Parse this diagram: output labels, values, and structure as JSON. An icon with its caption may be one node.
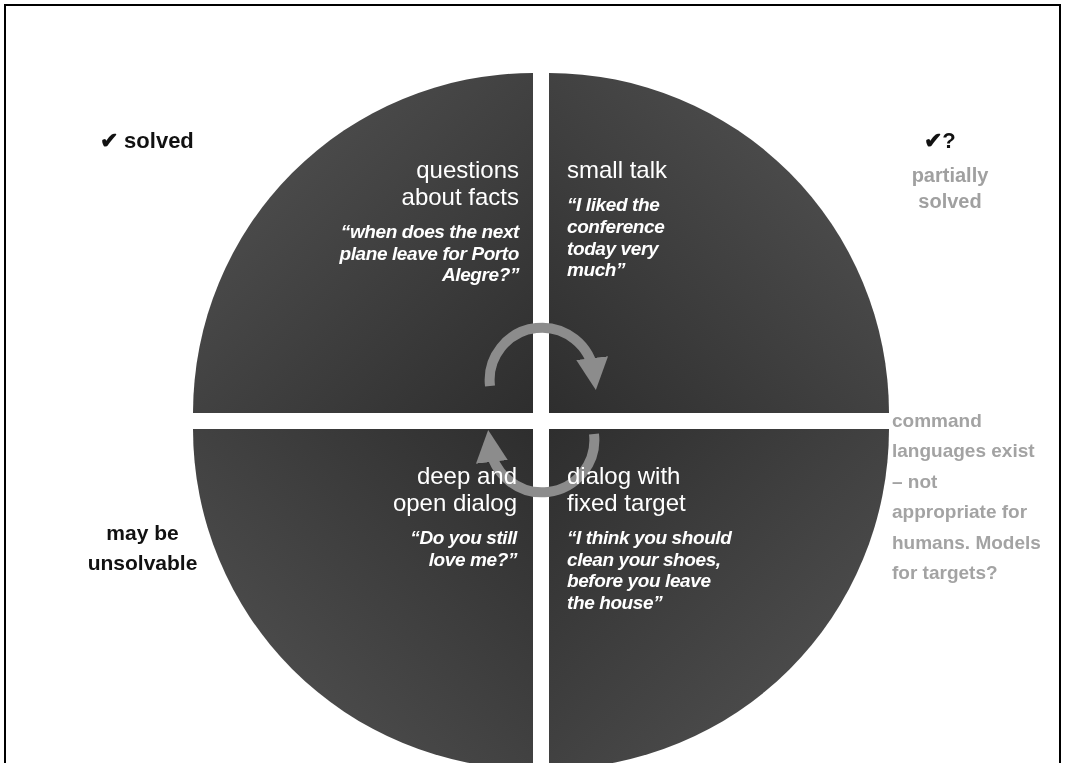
{
  "diagram": {
    "nodes": [
      {
        "text": [
          "questions about facts",
          "“when does the next plane leave for Porto Alegre?”"
        ],
        "beside": [
          "✔ solved"
        ]
      },
      {
        "text": [
          "small talk",
          "“I liked the conference today very much”"
        ],
        "beside": [
          "✔?",
          "partially solved"
        ]
      },
      {
        "text": [
          "deep and open dialog",
          "“Do you still love me?”"
        ],
        "beside": [
          "may be unsolvable"
        ]
      },
      {
        "text": [
          "dialog with fixed target",
          "“I think you should clean your shoes, before you leave the house”"
        ],
        "beside": [
          "command languages exist – not appropriate for humans. Models for targets?"
        ]
      }
    ],
    "edges": [
      {
        "from": 0,
        "to": 1,
        "arrow": "to"
      },
      {
        "from": 3,
        "to": 2,
        "arrow": "to"
      }
    ]
  }
}
